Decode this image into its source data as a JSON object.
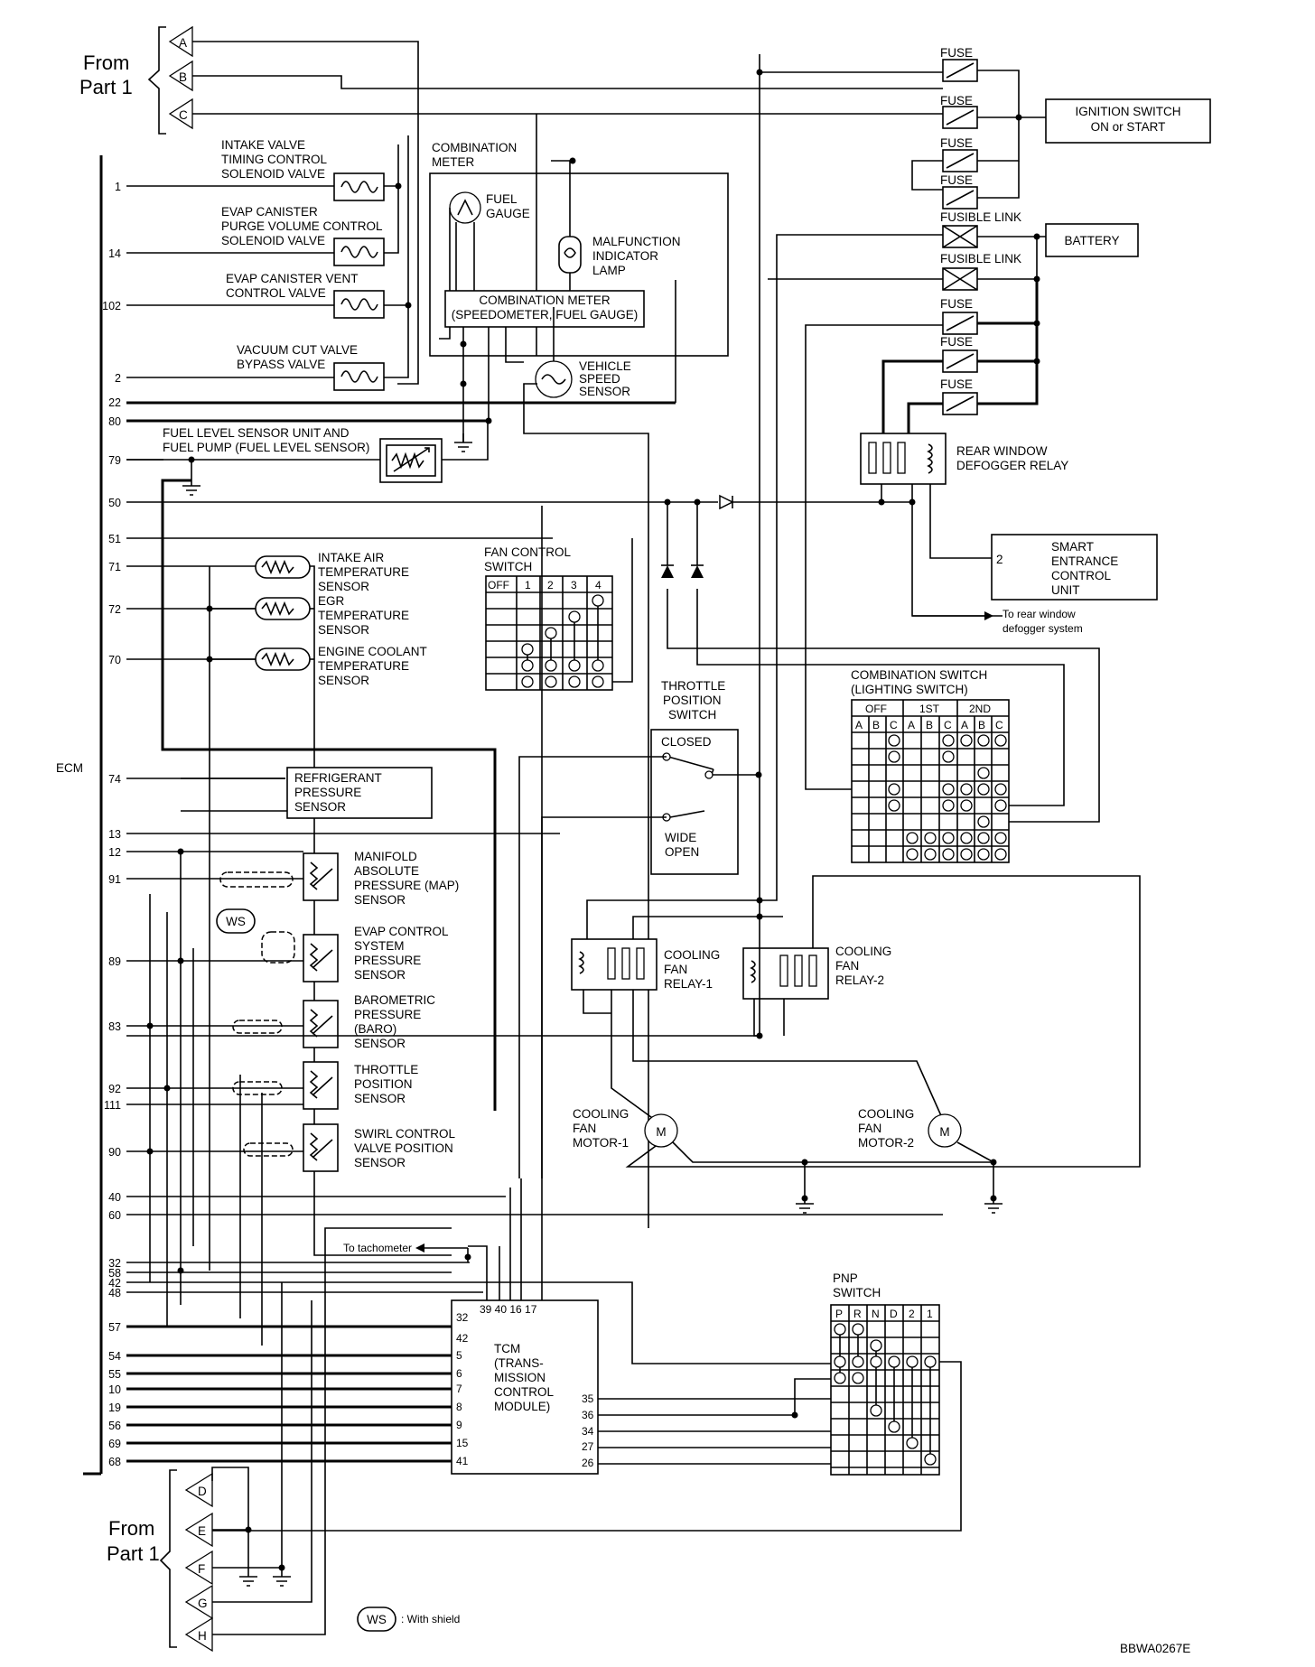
{
  "from_part_top": [
    "From",
    "Part 1"
  ],
  "from_part_bottom": [
    "From",
    "Part 1"
  ],
  "connectors_top": [
    "A",
    "B",
    "C"
  ],
  "connectors_bottom": [
    "D",
    "E",
    "F",
    "G",
    "H"
  ],
  "ecm_label": "ECM",
  "ecm_pins": [
    "1",
    "14",
    "102",
    "2",
    "22",
    "80",
    "79",
    "50",
    "51",
    "71",
    "72",
    "70",
    "74",
    "13",
    "12",
    "91",
    "89",
    "83",
    "92",
    "111",
    "90",
    "40",
    "60",
    "32",
    "58",
    "42",
    "48",
    "57",
    "54",
    "55",
    "10",
    "19",
    "56",
    "69",
    "68"
  ],
  "components": {
    "ivtc": [
      "INTAKE VALVE",
      "TIMING CONTROL",
      "SOLENOID VALVE"
    ],
    "evap_purge": [
      "EVAP CANISTER",
      "PURGE VOLUME CONTROL",
      "SOLENOID VALVE"
    ],
    "evap_vent": [
      "EVAP CANISTER VENT",
      "CONTROL VALVE"
    ],
    "vacuum_cut": [
      "VACUUM CUT VALVE",
      "BYPASS VALVE"
    ],
    "fuel_level": [
      "FUEL LEVEL SENSOR UNIT AND",
      "FUEL PUMP (FUEL LEVEL SENSOR)"
    ],
    "combination_meter": [
      "COMBINATION",
      "METER"
    ],
    "fuel_gauge": [
      "FUEL",
      "GAUGE"
    ],
    "mil": [
      "MALFUNCTION",
      "INDICATOR",
      "LAMP"
    ],
    "meter_box": [
      "COMBINATION METER",
      "(SPEEDOMETER, FUEL GAUGE)"
    ],
    "vss": [
      "VEHICLE",
      "SPEED",
      "SENSOR"
    ],
    "iat": [
      "INTAKE AIR",
      "TEMPERATURE",
      "SENSOR"
    ],
    "egr": [
      "EGR",
      "TEMPERATURE",
      "SENSOR"
    ],
    "ect": [
      "ENGINE COOLANT",
      "TEMPERATURE",
      "SENSOR"
    ],
    "fan_switch": [
      "FAN CONTROL",
      "SWITCH"
    ],
    "fan_switch_cols": [
      "OFF",
      "1",
      "2",
      "3",
      "4"
    ],
    "refrigerant": [
      "REFRIGERANT",
      "PRESSURE",
      "SENSOR"
    ],
    "map": [
      "MANIFOLD",
      "ABSOLUTE",
      "PRESSURE (MAP)",
      "SENSOR"
    ],
    "evap_pressure": [
      "EVAP CONTROL",
      "SYSTEM",
      "PRESSURE",
      "SENSOR"
    ],
    "baro": [
      "BAROMETRIC",
      "PRESSURE",
      "(BARO)",
      "SENSOR"
    ],
    "tps": [
      "THROTTLE",
      "POSITION",
      "SENSOR"
    ],
    "swirl": [
      "SWIRL CONTROL",
      "VALVE POSITION",
      "SENSOR"
    ],
    "throttle_switch": [
      "THROTTLE",
      "POSITION",
      "SWITCH"
    ],
    "closed": "CLOSED",
    "wide_open": [
      "WIDE",
      "OPEN"
    ],
    "comb_switch": [
      "COMBINATION SWITCH",
      "(LIGHTING SWITCH)"
    ],
    "comb_groups": [
      "OFF",
      "1ST",
      "2ND"
    ],
    "comb_cols": [
      "A",
      "B",
      "C",
      "A",
      "B",
      "C",
      "A",
      "B",
      "C"
    ],
    "relay1": [
      "COOLING",
      "FAN",
      "RELAY-1"
    ],
    "relay2": [
      "COOLING",
      "FAN",
      "RELAY-2"
    ],
    "motor1": [
      "COOLING",
      "FAN",
      "MOTOR-1"
    ],
    "motor2": [
      "COOLING",
      "FAN",
      "MOTOR-2"
    ],
    "motor_symbol": "M",
    "tcm": [
      "TCM",
      "(TRANS-",
      "MISSION",
      "CONTROL",
      "MODULE)"
    ],
    "tcm_top_pins": "39 40 16  17",
    "tcm_left_pins": [
      "32",
      "42",
      "5",
      "6",
      "7",
      "8",
      "9",
      "15",
      "41"
    ],
    "tcm_right_pins": [
      "35",
      "36",
      "34",
      "27",
      "26"
    ],
    "to_tachometer": "To tachometer",
    "pnp": [
      "PNP",
      "SWITCH"
    ],
    "pnp_cols": [
      "P",
      "R",
      "N",
      "D",
      "2",
      "1"
    ],
    "fuse": "FUSE",
    "fusible_link": "FUSIBLE LINK",
    "ignition": [
      "IGNITION SWITCH",
      "ON or START"
    ],
    "battery": "BATTERY",
    "defogger_relay": [
      "REAR WINDOW",
      "DEFOGGER RELAY"
    ],
    "smart": [
      "SMART",
      "ENTRANCE",
      "CONTROL",
      "UNIT"
    ],
    "smart_pin": "2",
    "to_rear": [
      "To rear window",
      "defogger system"
    ],
    "ws": "WS",
    "ws_legend": ": With shield",
    "figure_code": "BBWA0267E"
  }
}
